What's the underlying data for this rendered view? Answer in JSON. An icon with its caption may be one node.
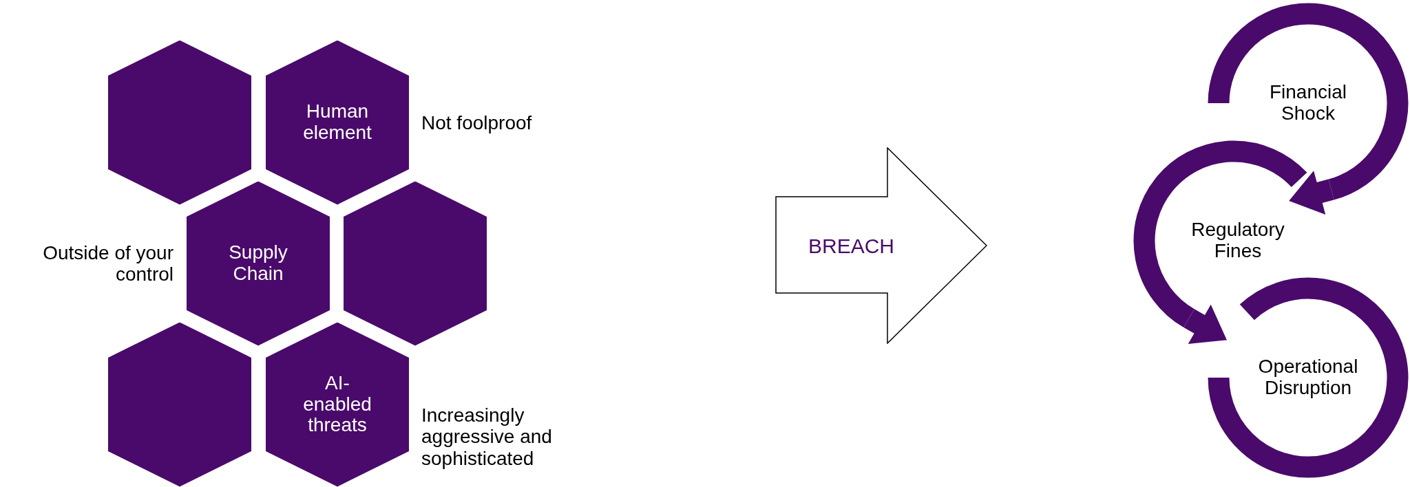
{
  "diagram": {
    "nodes": [
      {
        "text": [],
        "shape": "hexagon"
      },
      {
        "text": [
          "Human element"
        ],
        "beside": [
          "Not foolproof"
        ]
      },
      {
        "text": [
          "Supply Chain"
        ],
        "beside": [
          "Outside of your control"
        ]
      },
      {
        "text": [],
        "shape": "hexagon"
      },
      {
        "text": [],
        "shape": "hexagon"
      },
      {
        "text": [
          "AI-enabled threats"
        ],
        "beside": [
          "Increasingly aggressive and sophisticated"
        ]
      },
      {
        "text": [
          "BREACH"
        ]
      },
      {
        "text": [
          "Financial Shock"
        ]
      },
      {
        "text": [
          "Regulatory Fines"
        ]
      },
      {
        "text": [
          "Operational Disruption"
        ]
      }
    ],
    "edges": [
      {
        "from": 7,
        "to": 8,
        "arrow": "to"
      },
      {
        "from": 8,
        "to": 9,
        "arrow": "to"
      }
    ]
  }
}
